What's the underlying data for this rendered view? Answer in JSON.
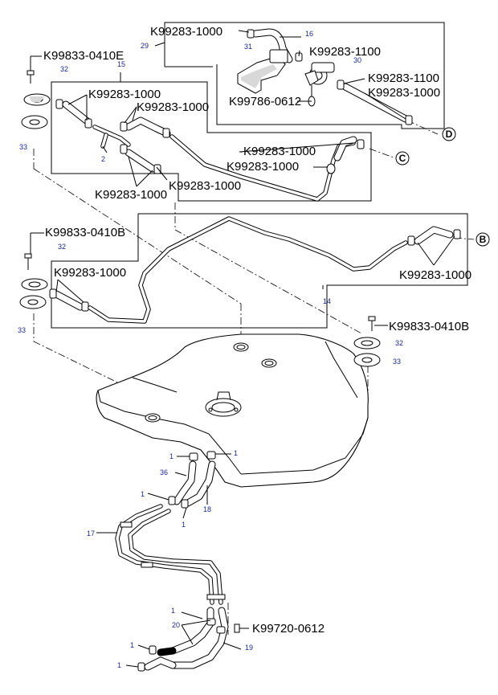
{
  "part_numbers": {
    "hose_top_left": "K99283-1000",
    "hose_top_right1": "K99283-1100",
    "hose_right_upper": "K99283-1100",
    "hose_right_lower": "K99283-1000",
    "bracket_bolt": "K99786-0612",
    "bolt_top": "K99833-0410E",
    "hose_15_top": "K99283-1000",
    "hose_15_mid": "K99283-1000",
    "hose_c_upper": "K99283-1000",
    "hose_c_lower": "K99283-1000",
    "hose_15_bottom_mid": "K99283-1000",
    "hose_15_bottom_left": "K99283-1000",
    "bolt_mid": "K99833-0410B",
    "hose_14_left": "K99283-1000",
    "hose_14_right": "K99283-1000",
    "bolt_right": "K99833-0410B",
    "bolt_bottom": "K99720-0612"
  },
  "refs": {
    "r29": "29",
    "r16": "16",
    "r31": "31",
    "r30": "30",
    "r15": "15",
    "r32a": "32",
    "r33a": "33",
    "r2": "2",
    "r32b": "32",
    "r33b": "33",
    "r14": "14",
    "r32c": "32",
    "r33c": "33",
    "r1a": "1",
    "r1b": "1",
    "r36": "36",
    "r1c": "1",
    "r1d": "1",
    "r18": "18",
    "r17": "17",
    "r1e": "1",
    "r20": "20",
    "r1f": "1",
    "r19": "19",
    "r1g": "1"
  },
  "connectors": {
    "d": "D",
    "c": "C",
    "b": "B"
  }
}
